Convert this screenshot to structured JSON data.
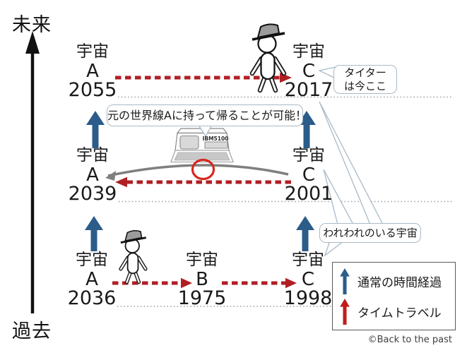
{
  "axis": {
    "future": "未来",
    "past": "過去"
  },
  "rows": [
    {
      "cols": [
        {
          "label": "宇宙",
          "line": "A",
          "year": "2055"
        },
        {
          "label": "宇宙",
          "line": "C",
          "year": "2017"
        }
      ]
    },
    {
      "cols": [
        {
          "label": "宇宙",
          "line": "A",
          "year": "2039"
        },
        {
          "label": "宇宙",
          "line": "C",
          "year": "2001"
        }
      ]
    },
    {
      "cols": [
        {
          "label": "宇宙",
          "line": "A",
          "year": "2036"
        },
        {
          "label": "宇宙",
          "line": "B",
          "year": "1975"
        },
        {
          "label": "宇宙",
          "line": "C",
          "year": "1998"
        }
      ]
    }
  ],
  "callouts": {
    "titor_here_line1": "タイター",
    "titor_here_line2": "は今ここ",
    "bring_back": "元の世界線Aに持って帰ることが可能！",
    "our_universe": "われわれのいる宇宙"
  },
  "computer": {
    "label": "IBM5100"
  },
  "legend": {
    "normal_time": "通常の時間経過",
    "time_travel": "タイムトラベル"
  },
  "credit": "©Back to the past",
  "colors": {
    "blue": "#2b5c8a",
    "red": "#b01f24",
    "legend_red": "#bf1d1d",
    "arc_gray": "#7f7f7f",
    "circle_red": "#d7281f",
    "black": "#111111"
  }
}
